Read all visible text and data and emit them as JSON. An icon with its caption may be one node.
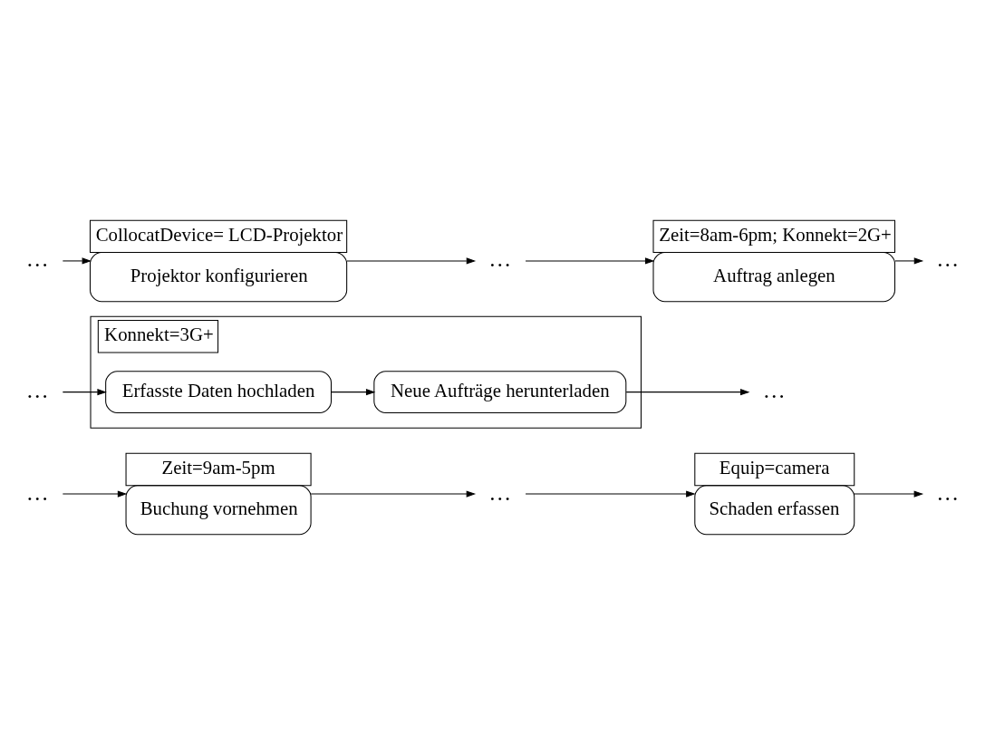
{
  "diagram": {
    "nodes": [
      {
        "text": [
          "…"
        ]
      },
      {
        "text": [
          "Zeit=9am-5pm",
          "Buchung vornehmen"
        ]
      },
      {
        "text": [
          "…"
        ]
      },
      {
        "text": [
          "Equip=camera",
          "Schaden erfassen"
        ]
      },
      {
        "text": [
          "…"
        ]
      },
      {
        "text": [
          "…"
        ]
      },
      {
        "text": [
          "Konnekt=3G+"
        ]
      },
      {
        "text": [
          "Erfasste Daten hochladen"
        ],
        "in": 6
      },
      {
        "text": [
          "Neue Aufträge herunterladen"
        ],
        "in": 6
      },
      {
        "text": [
          "…"
        ]
      },
      {
        "text": [
          "…"
        ]
      },
      {
        "text": [
          "CollocatDevice= LCD-Projektor",
          "Projektor konfigurieren"
        ]
      },
      {
        "text": [
          "…"
        ]
      },
      {
        "text": [
          "Zeit=8am-6pm; Konnekt=2G+",
          "Auftrag anlegen"
        ]
      },
      {
        "text": [
          "…"
        ]
      }
    ],
    "edges": [
      {
        "from": 0,
        "to": 1,
        "arrow": "to"
      },
      {
        "from": 1,
        "to": 2,
        "arrow": "to"
      },
      {
        "from": 2,
        "to": 3,
        "arrow": "to"
      },
      {
        "from": 3,
        "to": 4,
        "arrow": "to"
      },
      {
        "from": 5,
        "to": 7,
        "arrow": "to"
      },
      {
        "from": 7,
        "to": 8,
        "arrow": "to"
      },
      {
        "from": 8,
        "to": 9,
        "arrow": "to"
      },
      {
        "from": 10,
        "to": 11,
        "arrow": "to"
      },
      {
        "from": 11,
        "to": 12,
        "arrow": "to"
      },
      {
        "from": 12,
        "to": 13,
        "arrow": "to"
      },
      {
        "from": 13,
        "to": 14,
        "arrow": "to"
      }
    ]
  }
}
